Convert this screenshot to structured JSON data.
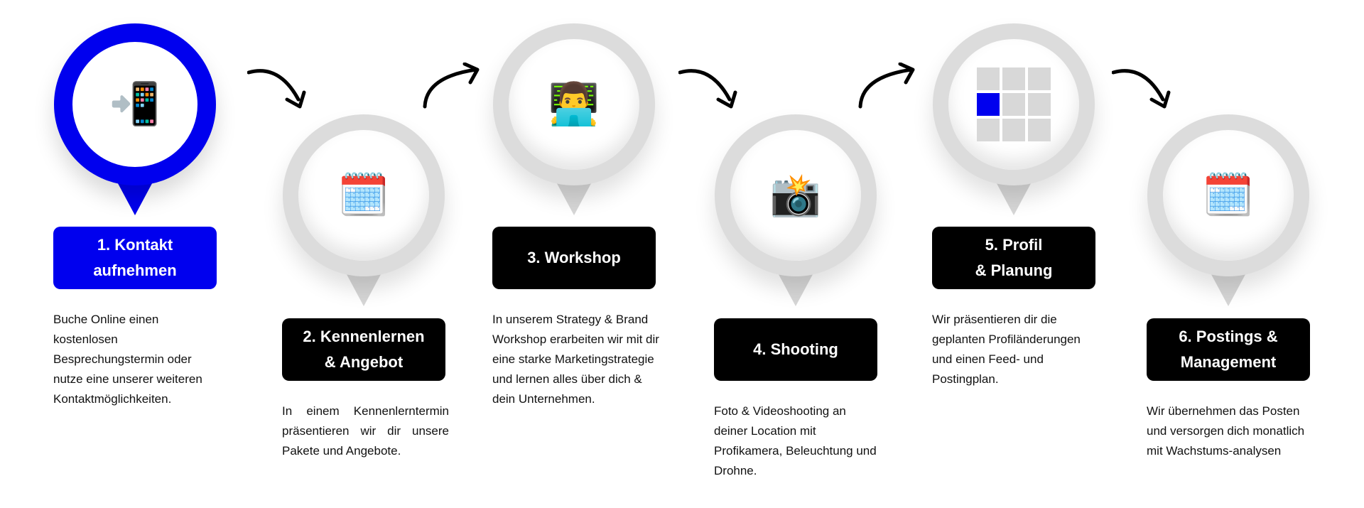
{
  "steps": [
    {
      "title_line1": "1. Kontakt",
      "title_line2": "aufnehmen",
      "icon": "mobile-phone-arrow-icon",
      "icon_glyph": "📲",
      "description": "Buche Online einen kostenlosen Besprechungstermin oder nutze eine unserer weiteren Kontaktmöglichkeiten.",
      "active": true
    },
    {
      "title_line1": "2. Kennenlernen",
      "title_line2": "& Angebot",
      "icon": "calendar-icon",
      "icon_glyph": "🗓️",
      "description": "In einem Kennenlerntermin präsentieren wir dir unsere Pakete und Angebote.",
      "active": false
    },
    {
      "title_line1": "3. Workshop",
      "title_line2": "",
      "icon": "technologist-icon",
      "icon_glyph": "👨‍💻",
      "description": "In unserem Strategy & Brand Workshop erarbeiten wir mit dir eine starke Marketingstrategie und lernen alles über dich & dein Unternehmen.",
      "active": false
    },
    {
      "title_line1": "4. Shooting",
      "title_line2": "",
      "icon": "camera-flash-icon",
      "icon_glyph": "📸",
      "description": "Foto & Videoshooting an deiner Location mit Profikamera, Beleuchtung und Drohne.",
      "active": false
    },
    {
      "title_line1": "5. Profil",
      "title_line2": "& Planung",
      "icon": "feed-grid-icon",
      "icon_glyph": "",
      "description": "Wir präsentieren dir die geplanten Profiländerungen und einen Feed- und Postingplan.",
      "active": false
    },
    {
      "title_line1": "6. Postings &",
      "title_line2": "Management",
      "icon": "calendar-icon",
      "icon_glyph": "🗓️",
      "description": "Wir übernehmen das Posten und versorgen dich monatlich mit Wachstums-analysen",
      "active": false
    }
  ],
  "colors": {
    "accent": "#0000ee",
    "box": "#000000",
    "ring": "#dcdcdc"
  }
}
